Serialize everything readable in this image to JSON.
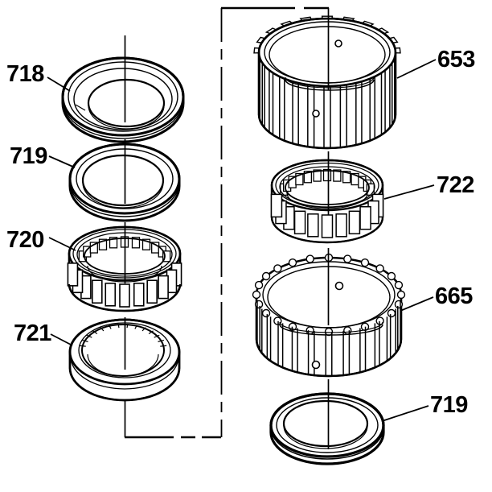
{
  "colors": {
    "background": "#ffffff",
    "line": "#000000"
  },
  "callouts": [
    {
      "label": "718"
    },
    {
      "label": "719"
    },
    {
      "label": "720"
    },
    {
      "label": "721"
    },
    {
      "label": "653"
    },
    {
      "label": "722"
    },
    {
      "label": "665"
    },
    {
      "label": "719"
    }
  ]
}
